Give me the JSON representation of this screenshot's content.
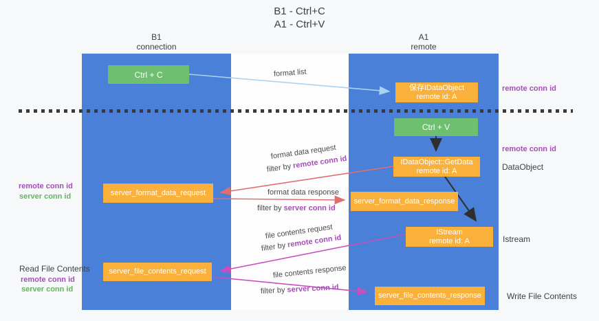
{
  "title": {
    "line1": "B1 - Ctrl+C",
    "line2": "A1 - Ctrl+V"
  },
  "lifelines": {
    "left": {
      "title": "B1",
      "subtitle": "connection"
    },
    "right": {
      "title": "A1",
      "subtitle": "remote"
    }
  },
  "nodes": {
    "ctrl_c": {
      "label": "Ctrl + C"
    },
    "ctrl_v": {
      "label": "Ctrl + V"
    },
    "save_idataobject": {
      "line1": "保存IDataObject",
      "line2": "remote id: A"
    },
    "getdata": {
      "line1": "IDataObject::GetData",
      "line2": "remote id: A"
    },
    "istream": {
      "line1": "IStream",
      "line2": "remote id: A"
    },
    "format_request": {
      "label": "server_format_data_request"
    },
    "format_response": {
      "label": "server_format_data_response"
    },
    "file_request": {
      "label": "server_file_contents_request"
    },
    "file_response": {
      "label": "server_file_contents_response"
    }
  },
  "flow_labels": {
    "format_list": "format list",
    "format_data_request": "format data request",
    "format_data_request_filter_prefix": "filter by ",
    "format_data_request_filter_key": "remote conn id",
    "format_data_response": "format data response",
    "format_data_response_filter_prefix": "filter by ",
    "format_data_response_filter_key": "server conn id",
    "file_contents_request": "file contents request",
    "file_contents_request_filter_prefix": "filter by ",
    "file_contents_request_filter_key": "remote conn id",
    "file_contents_response": "file contents response",
    "file_contents_response_filter_prefix": "filter by ",
    "file_contents_response_filter_key": "server conn id"
  },
  "side_labels": {
    "right_remote_conn_top": "remote conn id",
    "right_remote_conn_mid": "remote conn id",
    "dataobject": "DataObject",
    "istream": "Istream",
    "write_file_contents": "Write File Contents",
    "left_remote_conn_mid": "remote conn id",
    "left_server_conn_mid": "server conn id",
    "read_file_contents": "Read File Contents",
    "left_remote_conn_bottom": "remote conn id",
    "left_server_conn_bottom": "server conn id"
  },
  "colors": {
    "lifeline_blue": "#4a80d8",
    "node_green": "#6fbf70",
    "node_orange": "#f9b13c",
    "arrow_red": "#e06e6e",
    "arrow_magenta": "#c750c0",
    "arrow_light_blue": "#a9d3f2",
    "arrow_black": "#2f2f2f",
    "label_purple": "#a34fb5",
    "label_green": "#63b463"
  }
}
